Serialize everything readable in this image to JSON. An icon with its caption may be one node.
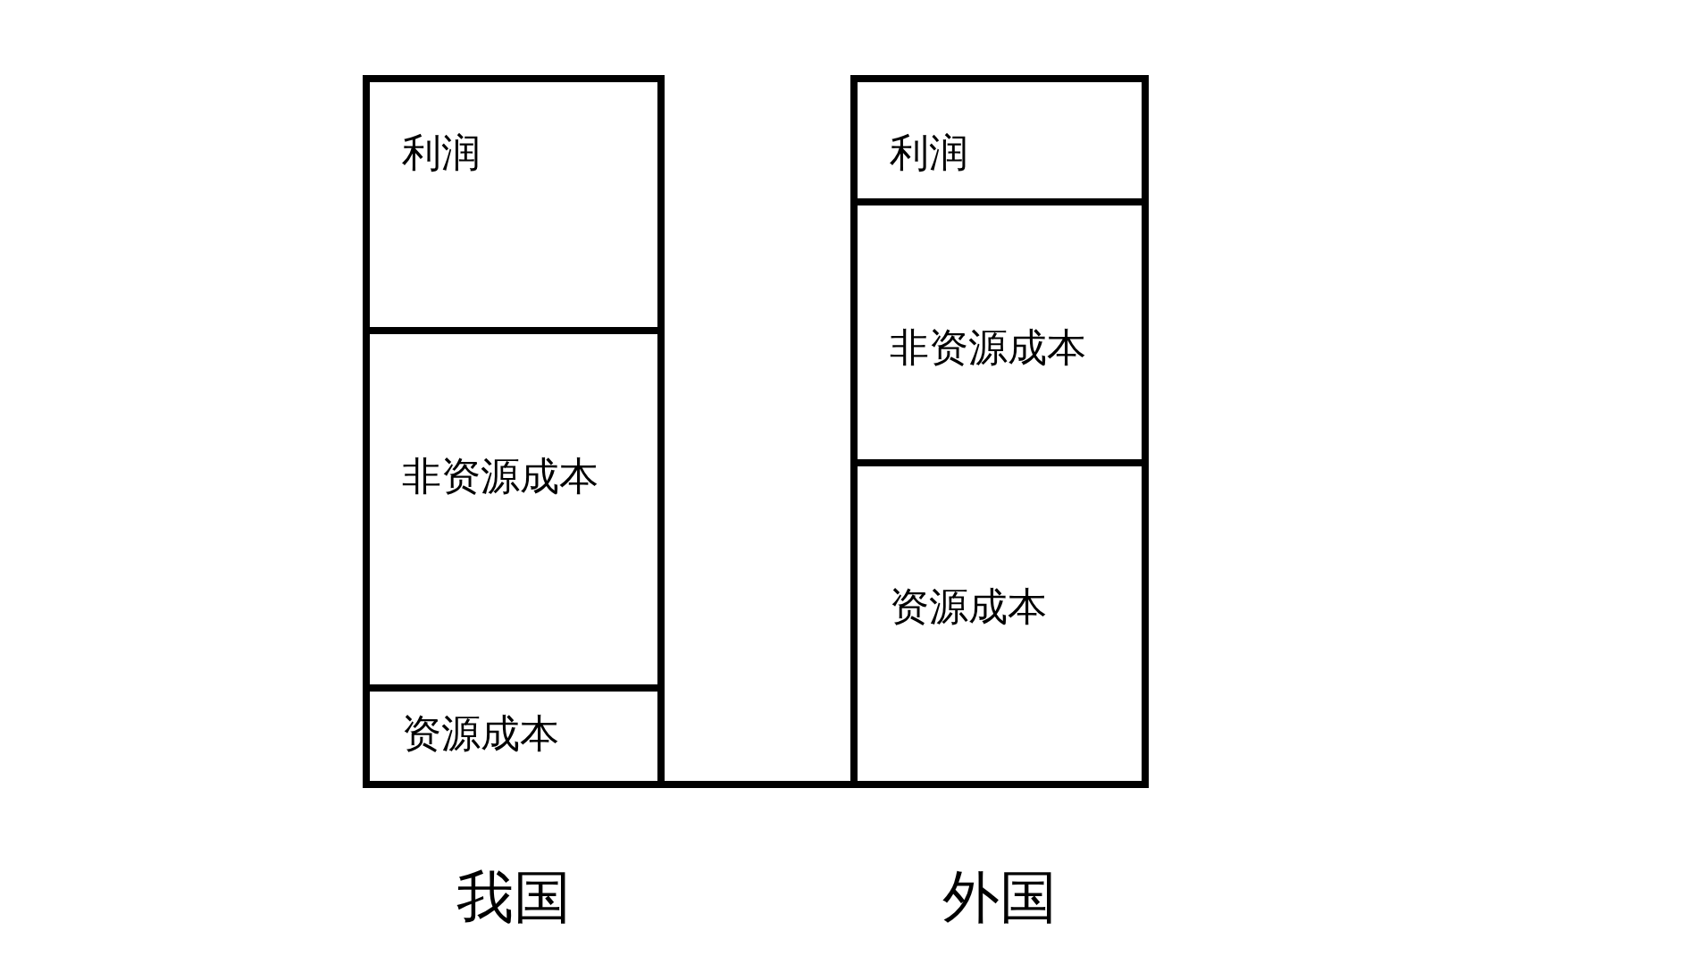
{
  "diagram": {
    "nodes": [
      {
        "text": [
          "我国"
        ]
      },
      {
        "text": [
          "利润"
        ],
        "in": 0
      },
      {
        "text": [
          "非资源成本"
        ],
        "in": 0
      },
      {
        "text": [
          "资源成本"
        ],
        "in": 0
      },
      {
        "text": [
          "外国"
        ]
      },
      {
        "text": [
          "利润"
        ],
        "in": 4
      },
      {
        "text": [
          "非资源成本"
        ],
        "in": 4
      },
      {
        "text": [
          "资源成本"
        ],
        "in": 4
      }
    ]
  }
}
